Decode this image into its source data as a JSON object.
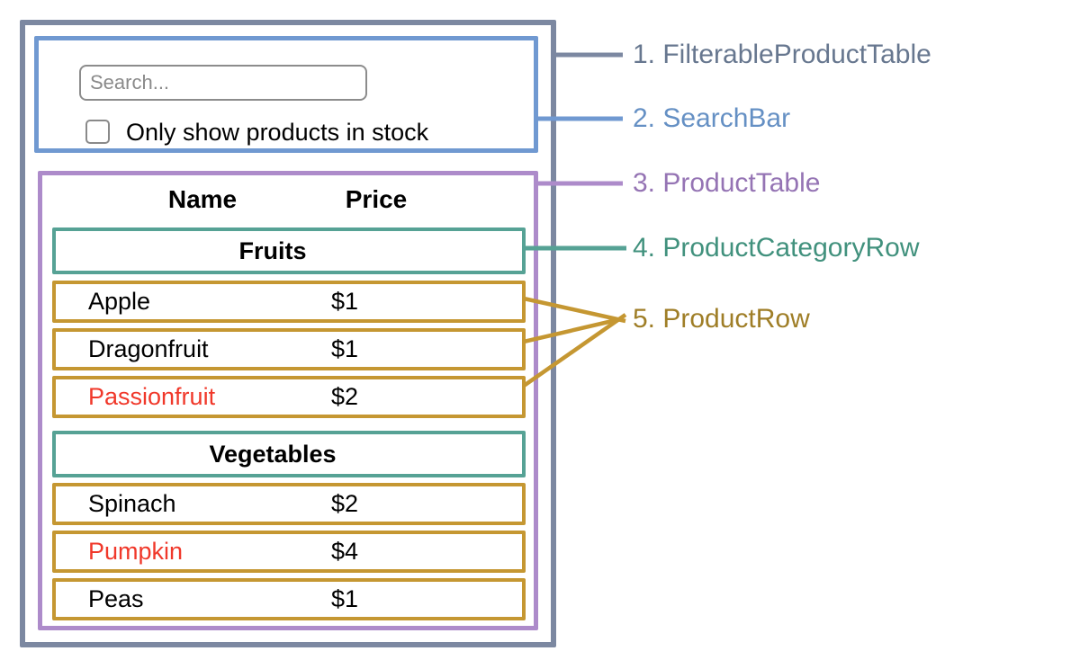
{
  "colors": {
    "outer_border": "#7c88a1",
    "searchbar_border": "#7099d1",
    "producttable_border": "#ad8bca",
    "category_border": "#56a295",
    "productrow_border": "#c59732",
    "out_of_stock_text": "#f0382a",
    "label_filterable": "#67778f",
    "label_searchbar": "#6590c4",
    "label_producttable": "#9574b4",
    "label_categoryrow": "#41917d",
    "label_productrow": "#9f7e27"
  },
  "search_bar": {
    "placeholder": "Search...",
    "checkbox_label": "Only show products in stock",
    "checkbox_checked": false
  },
  "table": {
    "headers": {
      "name": "Name",
      "price": "Price"
    },
    "categories": [
      {
        "label": "Fruits",
        "products": [
          {
            "name": "Apple",
            "price": "$1"
          },
          {
            "name": "Dragonfruit",
            "price": "$1"
          },
          {
            "name": "Passionfruit",
            "price": "$2"
          }
        ]
      },
      {
        "label": "Vegetables",
        "products": [
          {
            "name": "Spinach",
            "price": "$2"
          },
          {
            "name": "Pumpkin",
            "price": "$4"
          },
          {
            "name": "Peas",
            "price": "$1"
          }
        ]
      }
    ]
  },
  "annotations": [
    {
      "text": "1. FilterableProductTable"
    },
    {
      "text": "2. SearchBar"
    },
    {
      "text": "3. ProductTable"
    },
    {
      "text": "4. ProductCategoryRow"
    },
    {
      "text": "5. ProductRow"
    }
  ]
}
